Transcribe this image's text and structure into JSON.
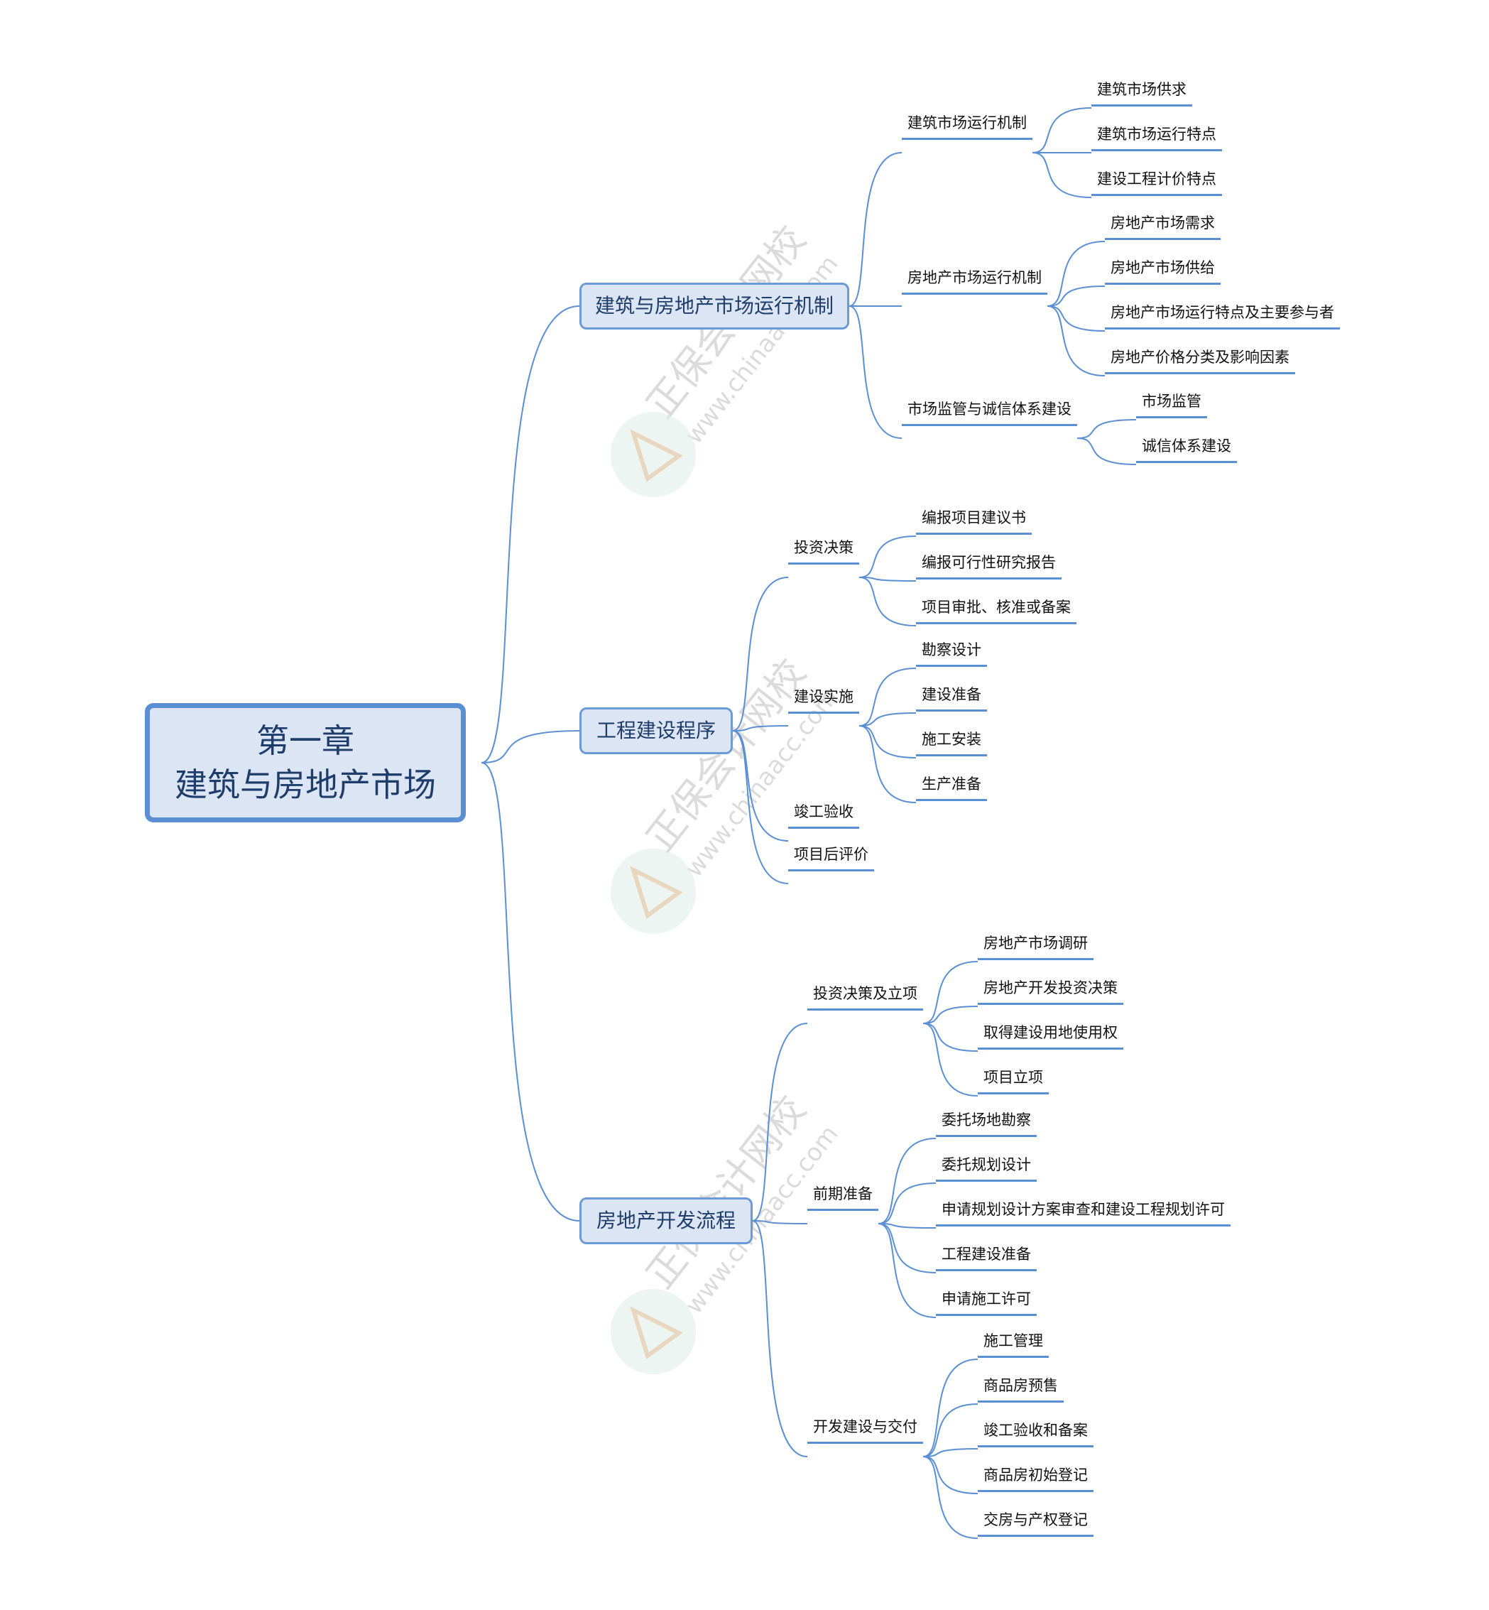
{
  "root": {
    "line1": "第一章",
    "line2": "建筑与房地产市场"
  },
  "branches": [
    {
      "label": "建筑与房地产市场运行机制",
      "children": [
        {
          "label": "建筑市场运行机制",
          "children": [
            "建筑市场供求",
            "建筑市场运行特点",
            "建设工程计价特点"
          ]
        },
        {
          "label": "房地产市场运行机制",
          "children": [
            "房地产市场需求",
            "房地产市场供给",
            "房地产市场运行特点及主要参与者",
            "房地产价格分类及影响因素"
          ]
        },
        {
          "label": "市场监管与诚信体系建设",
          "children": [
            "市场监管",
            "诚信体系建设"
          ]
        }
      ]
    },
    {
      "label": "工程建设程序",
      "children": [
        {
          "label": "投资决策",
          "children": [
            "编报项目建议书",
            "编报可行性研究报告",
            "项目审批、核准或备案"
          ]
        },
        {
          "label": "建设实施",
          "children": [
            "勘察设计",
            "建设准备",
            "施工安装",
            "生产准备"
          ]
        },
        {
          "label": "竣工验收",
          "children": []
        },
        {
          "label": "项目后评价",
          "children": []
        }
      ]
    },
    {
      "label": "房地产开发流程",
      "children": [
        {
          "label": "投资决策及立项",
          "children": [
            "房地产市场调研",
            "房地产开发投资决策",
            "取得建设用地使用权",
            "项目立项"
          ]
        },
        {
          "label": "前期准备",
          "children": [
            "委托场地勘察",
            "委托规划设计",
            "申请规划设计方案审查和建设工程规划许可",
            "工程建设准备",
            "申请施工许可"
          ]
        },
        {
          "label": "开发建设与交付",
          "children": [
            "施工管理",
            "商品房预售",
            "竣工验收和备案",
            "商品房初始登记",
            "交房与产权登记"
          ]
        }
      ]
    }
  ],
  "watermark": {
    "brand": "正保会计网校",
    "url": "www.chinaacc.com"
  },
  "colors": {
    "line": "#5b8fd4",
    "node_fill": "#dbe5f3",
    "node_border": "#6b9bd6",
    "text": "#1f3d6b"
  }
}
